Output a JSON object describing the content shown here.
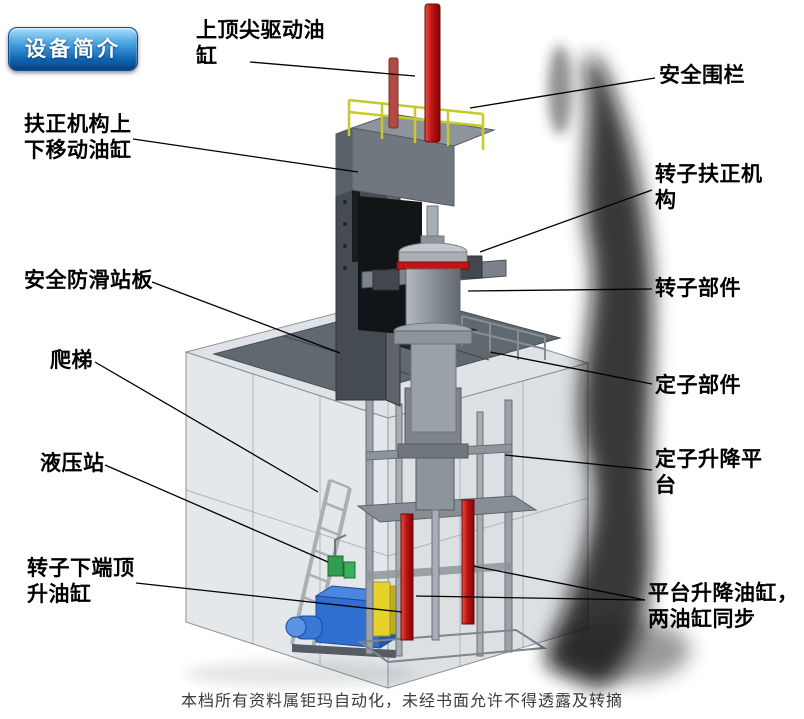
{
  "badge": {
    "label": "设备简介"
  },
  "labels": [
    {
      "id": "top-drive-cylinder",
      "text": "上顶尖驱动油\n缸"
    },
    {
      "id": "safety-fence",
      "text": "安全围栏"
    },
    {
      "id": "centering-updown-cylinder",
      "text": "扶正机构上\n下移动油缸"
    },
    {
      "id": "rotor-centering-mechanism",
      "text": "转子扶正机\n构"
    },
    {
      "id": "antislip-platform",
      "text": "安全防滑站板"
    },
    {
      "id": "rotor-component",
      "text": "转子部件"
    },
    {
      "id": "ladder",
      "text": "爬梯"
    },
    {
      "id": "stator-component",
      "text": "定子部件"
    },
    {
      "id": "hydraulic-station",
      "text": "液压站"
    },
    {
      "id": "stator-lift-platform",
      "text": "定子升降平\n台"
    },
    {
      "id": "rotor-bottom-jack-cylinder",
      "text": "转子下端顶\n升油缸"
    },
    {
      "id": "platform-lift-cylinders",
      "text": "平台升降油缸，\n两油缸同步"
    }
  ],
  "footer": {
    "text": "本档所有资料属钜玛自动化，未经书面允许不得透露及转摘"
  },
  "colors": {
    "badge_blue": "#0c5fae",
    "cylinder_red": "#c41414",
    "fence_yellow": "#c6ca2b",
    "hydraulic_blue": "#2f6fd0",
    "hydraulic_yellow": "#e6d22b",
    "enclosure_gray": "#b5bcc3",
    "label_text": "#000000"
  }
}
